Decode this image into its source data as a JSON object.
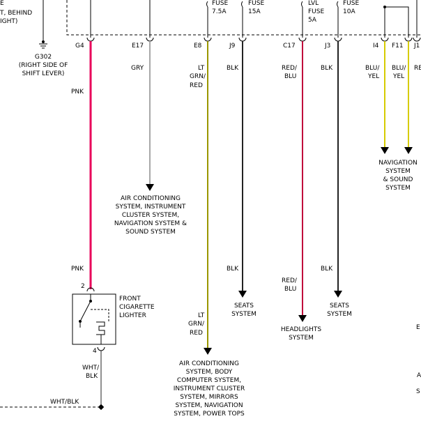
{
  "ground": {
    "top_lines": [
      "E",
      "T, BEHIND",
      "IGHT)"
    ],
    "id": "G302",
    "location_lines": [
      "(RIGHT SIDE OF",
      "SHIFT LEVER)"
    ]
  },
  "fuses": [
    {
      "lines": [
        "FUSE",
        "7.5A"
      ]
    },
    {
      "lines": [
        "FUSE",
        "15A"
      ]
    },
    {
      "lines": [
        "LVL",
        "FUSE",
        "5A"
      ]
    },
    {
      "lines": [
        "FUSE",
        "10A"
      ]
    }
  ],
  "connectors": [
    {
      "pin": "G4",
      "top_color": [],
      "bottom_color": []
    },
    {
      "pin": "E17",
      "top_color": [
        "GRY"
      ],
      "bottom_color": []
    },
    {
      "pin": "E8",
      "top_color": [
        "LT",
        "GRN/",
        "RED"
      ],
      "bottom_color": [
        "LT",
        "GRN/",
        "RED"
      ]
    },
    {
      "pin": "J9",
      "top_color": [
        "BLK"
      ],
      "bottom_color": [
        "BLK"
      ]
    },
    {
      "pin": "C17",
      "top_color": [
        "RED/",
        "BLU"
      ],
      "bottom_color": [
        "RED/",
        "BLU"
      ]
    },
    {
      "pin": "J3",
      "top_color": [
        "BLK"
      ],
      "bottom_color": [
        "BLK"
      ]
    },
    {
      "pin": "I4",
      "top_color": [
        "BLU/",
        "YEL"
      ],
      "bottom_color": []
    },
    {
      "pin": "F11",
      "top_color": [
        "BLU/",
        "YEL"
      ],
      "bottom_color": []
    },
    {
      "pin": "J1",
      "top_color": [
        "RE"
      ],
      "bottom_color": []
    }
  ],
  "wire_colors": {
    "pnk": "#e8005a",
    "gry": "#a8a8a8",
    "lt_grn_red": "#9a9600",
    "blk": "#222222",
    "red_blu": "#c0003a",
    "blu_yel": "#d6cc00"
  },
  "lighter": {
    "pnk_label_top": "PNK",
    "pnk_label_bottom": "PNK",
    "pin_in": "2",
    "pin_out": "4",
    "name_lines": [
      "FRONT",
      "CIGARETTE",
      "LIGHTER"
    ],
    "out_color": [
      "WHT/",
      "BLK"
    ],
    "bus_label": "WHT/BLK"
  },
  "destinations": {
    "e17": [
      "AIR CONDITIONING",
      "SYSTEM, INSTRUMENT",
      "CLUSTER SYSTEM,",
      "NAVIGATION SYSTEM &",
      "SOUND SYSTEM"
    ],
    "e8": [
      "AIR CONDITIONING",
      "SYSTEM, BODY",
      "COMPUTER SYSTEM,",
      "INSTRUMENT CLUSTER",
      "SYSTEM, MIRRORS",
      "SYSTEM, NAVIGATION",
      "SYSTEM, POWER TOPS"
    ],
    "j9": [
      "SEATS",
      "SYSTEM"
    ],
    "c17": [
      "HEADLIGHTS",
      "SYSTEM"
    ],
    "j3": [
      "SEATS",
      "SYSTEM"
    ],
    "nav": [
      "NAVIGATION",
      "SYSTEM",
      "& SOUND",
      "SYSTEM"
    ]
  },
  "edge_fragments": [
    "E",
    "A",
    "S"
  ]
}
